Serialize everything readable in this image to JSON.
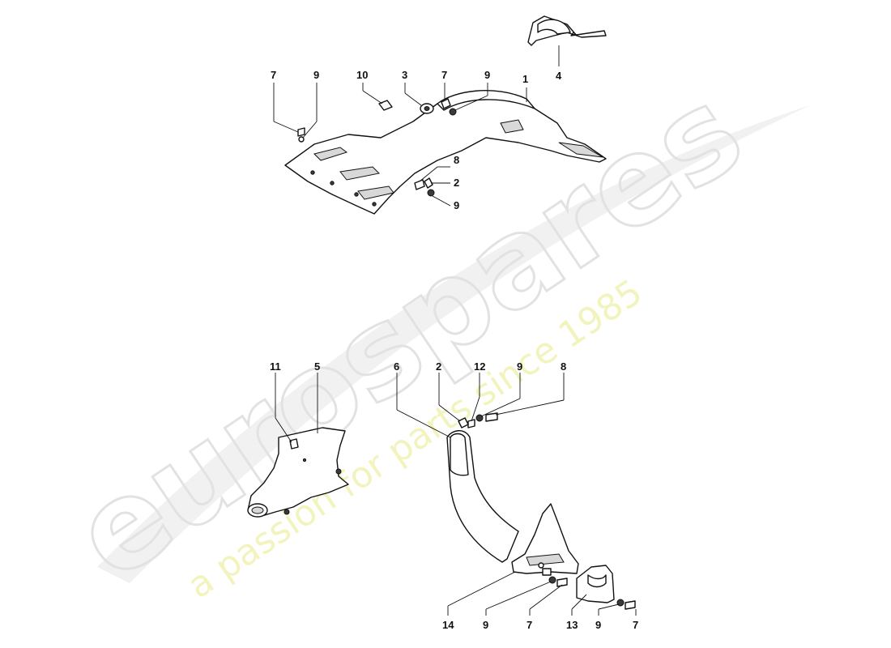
{
  "watermark": {
    "brand": "eurospares",
    "tagline": "a passion for parts since 1985"
  },
  "callouts": [
    {
      "id": "c1",
      "label": "1"
    },
    {
      "id": "c4",
      "label": "4"
    },
    {
      "id": "c7a",
      "label": "7"
    },
    {
      "id": "c9a",
      "label": "9"
    },
    {
      "id": "c10",
      "label": "10"
    },
    {
      "id": "c3",
      "label": "3"
    },
    {
      "id": "c7b",
      "label": "7"
    },
    {
      "id": "c9b",
      "label": "9"
    },
    {
      "id": "c8a",
      "label": "8"
    },
    {
      "id": "c2a",
      "label": "2"
    },
    {
      "id": "c9c",
      "label": "9"
    },
    {
      "id": "c11",
      "label": "11"
    },
    {
      "id": "c5",
      "label": "5"
    },
    {
      "id": "c6",
      "label": "6"
    },
    {
      "id": "c2b",
      "label": "2"
    },
    {
      "id": "c12",
      "label": "12"
    },
    {
      "id": "c9d",
      "label": "9"
    },
    {
      "id": "c8b",
      "label": "8"
    },
    {
      "id": "c14",
      "label": "14"
    },
    {
      "id": "c9e",
      "label": "9"
    },
    {
      "id": "c7c",
      "label": "7"
    },
    {
      "id": "c13",
      "label": "13"
    },
    {
      "id": "c9f",
      "label": "9"
    },
    {
      "id": "c7d",
      "label": "7"
    }
  ]
}
